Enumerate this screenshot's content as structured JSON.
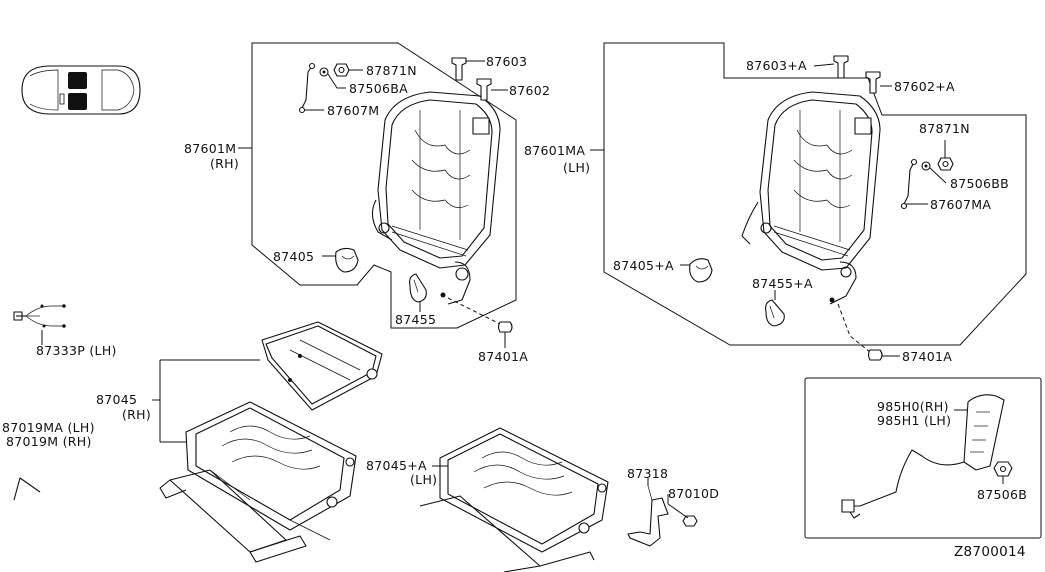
{
  "labels": {
    "p87871N": "87871N",
    "p87506BA": "87506BA",
    "p87607M": "87607M",
    "p87603": "87603",
    "p87602": "87602",
    "p87601M": "87601M",
    "rh1": "(RH)",
    "p87405": "87405",
    "p87455": "87455",
    "p87401A_left": "87401A",
    "p87603A": "87603+A",
    "p87602A": "87602+A",
    "p87601MA": "87601MA",
    "lh1": "(LH)",
    "p87871N_r": "87871N",
    "p87506BB": "87506BB",
    "p87607MA": "87607MA",
    "p87405A": "87405+A",
    "p87455A": "87455+A",
    "p87401A_right": "87401A",
    "p87333P": "87333P (LH)",
    "p87045": "87045",
    "rh2": "(RH)",
    "p87019MA": "87019MA (LH)",
    "p87019M": "87019M (RH)",
    "p87045A": "87045+A",
    "lh2": "(LH)",
    "p87318": "87318",
    "p87010D": "87010D",
    "p985H0": "985H0(RH)",
    "p985H1": "985H1 (LH)",
    "p87506B": "87506B",
    "diagram_code": "Z8700014"
  }
}
